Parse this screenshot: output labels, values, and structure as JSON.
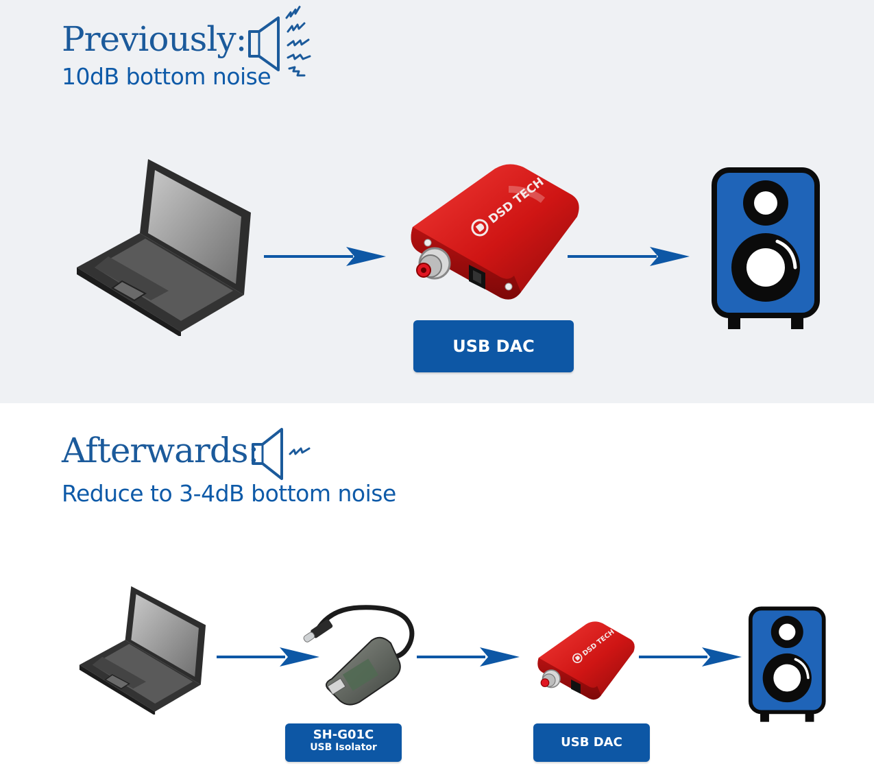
{
  "previously": {
    "title": "Previously:",
    "subtitle": "10dB bottom noise",
    "speaker_icon": "loud-speaker-icon",
    "dac": {
      "brand": "DSD TECH",
      "label": "USB DAC"
    }
  },
  "afterwards": {
    "title": "Afterwards:",
    "subtitle": "Reduce to 3-4dB bottom noise",
    "speaker_icon": "quiet-speaker-icon",
    "isolator": {
      "model": "SH-G01C",
      "label": "USB Isolator"
    },
    "dac": {
      "brand": "DSD TECH",
      "label": "USB DAC"
    }
  },
  "colors": {
    "accent_blue": "#0d57a5",
    "heading_blue": "#1b5a9b",
    "dac_red": "#d0191b",
    "speaker_blue": "#1f64b8",
    "top_background": "#eff1f4"
  }
}
